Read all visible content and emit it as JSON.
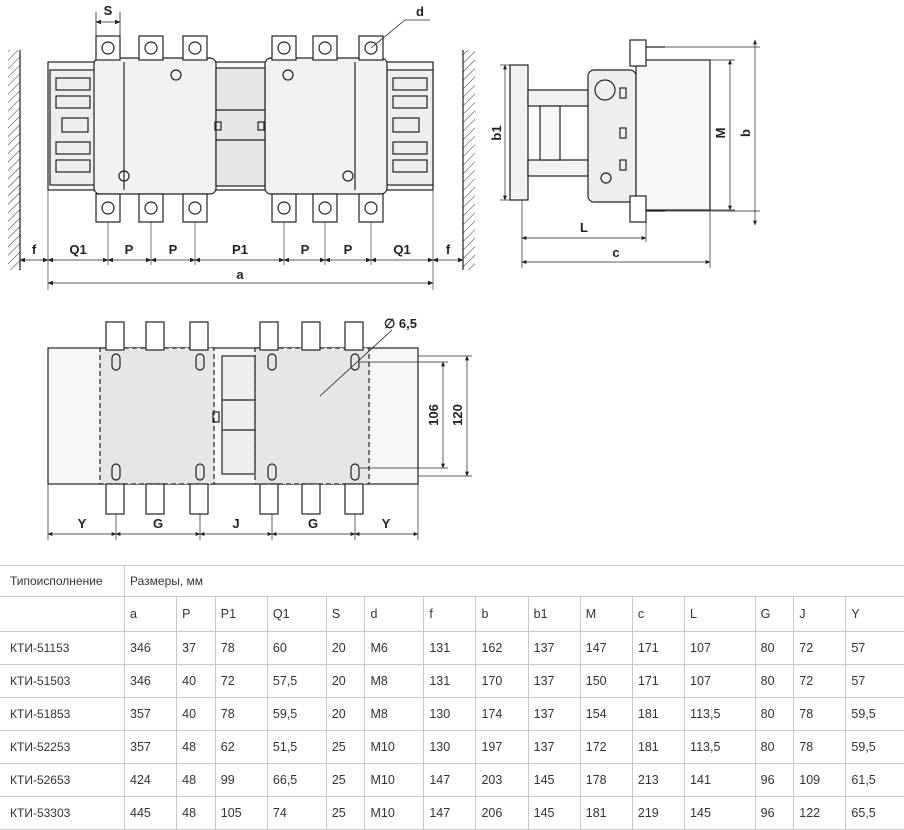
{
  "drawing_labels": {
    "S": "S",
    "d": "d",
    "f": "f",
    "Q1": "Q1",
    "P": "P",
    "P1": "P1",
    "a": "a",
    "b1": "b1",
    "M": "M",
    "b": "b",
    "L": "L",
    "c": "c",
    "hole": "∅ 6,5",
    "dim106": "106",
    "dim120": "120",
    "Y": "Y",
    "G": "G",
    "J": "J"
  },
  "table": {
    "type_header": "Типоисполнение",
    "dims_header": "Размеры, мм",
    "columns": [
      "a",
      "P",
      "P1",
      "Q1",
      "S",
      "d",
      "f",
      "b",
      "b1",
      "M",
      "c",
      "L",
      "G",
      "J",
      "Y"
    ],
    "rows": [
      {
        "name": "КТИ-51153",
        "values": [
          "346",
          "37",
          "78",
          "60",
          "20",
          "M6",
          "131",
          "162",
          "137",
          "147",
          "171",
          "107",
          "80",
          "72",
          "57"
        ]
      },
      {
        "name": "КТИ-51503",
        "values": [
          "346",
          "40",
          "72",
          "57,5",
          "20",
          "M8",
          "131",
          "170",
          "137",
          "150",
          "171",
          "107",
          "80",
          "72",
          "57"
        ]
      },
      {
        "name": "КТИ-51853",
        "values": [
          "357",
          "40",
          "78",
          "59,5",
          "20",
          "M8",
          "130",
          "174",
          "137",
          "154",
          "181",
          "113,5",
          "80",
          "78",
          "59,5"
        ]
      },
      {
        "name": "КТИ-52253",
        "values": [
          "357",
          "48",
          "62",
          "51,5",
          "25",
          "M10",
          "130",
          "197",
          "137",
          "172",
          "181",
          "113,5",
          "80",
          "78",
          "59,5"
        ]
      },
      {
        "name": "КТИ-52653",
        "values": [
          "424",
          "48",
          "99",
          "66,5",
          "25",
          "M10",
          "147",
          "203",
          "145",
          "178",
          "213",
          "141",
          "96",
          "109",
          "61,5"
        ]
      },
      {
        "name": "КТИ-53303",
        "values": [
          "445",
          "48",
          "105",
          "74",
          "25",
          "M10",
          "147",
          "206",
          "145",
          "181",
          "219",
          "145",
          "96",
          "122",
          "65,5"
        ]
      }
    ]
  }
}
